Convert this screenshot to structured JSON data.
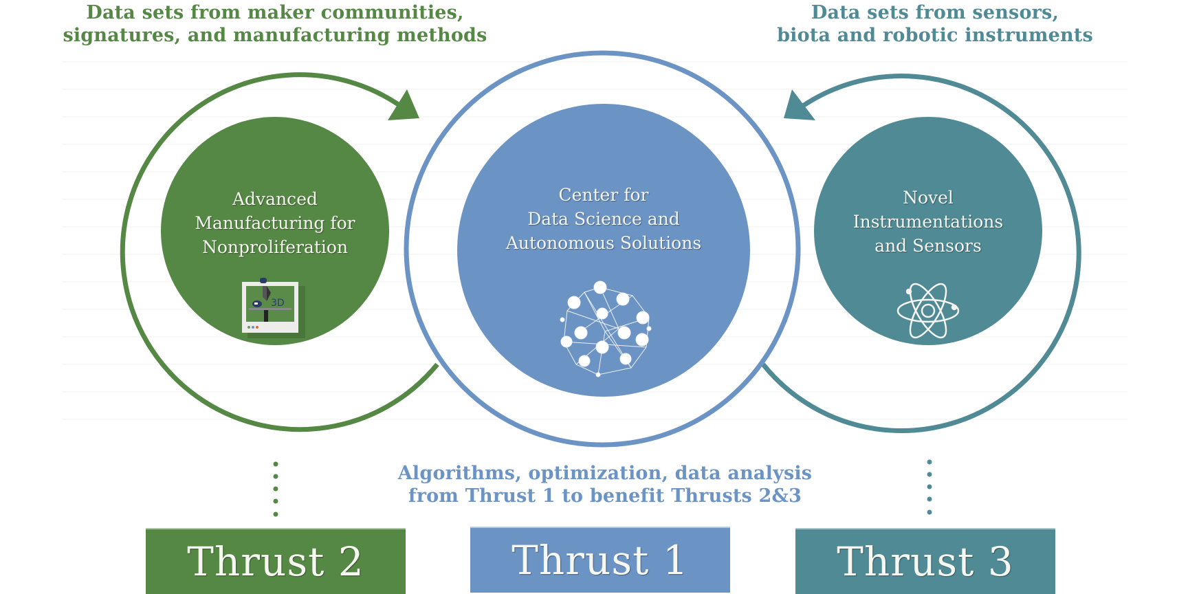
{
  "captions": {
    "left": [
      "Data sets from maker communities,",
      "signatures, and manufacturing methods"
    ],
    "right": [
      "Data sets from sensors,",
      "biota  and robotic instruments"
    ],
    "center": [
      "Algorithms, optimization, data analysis",
      "from Thrust 1 to benefit Thrusts 2&3"
    ]
  },
  "discs": {
    "left": {
      "lines": [
        "Advanced",
        "Manufacturing for",
        "Nonproliferation"
      ],
      "icon": "3d-printer-icon"
    },
    "center": {
      "lines": [
        "Center for",
        "Data Science and",
        "Autonomous Solutions"
      ],
      "icon": "network-globe-icon"
    },
    "right": {
      "lines": [
        "Novel",
        "Instrumentations",
        "and Sensors"
      ],
      "icon": "atom-icon"
    }
  },
  "printer_icon_text": "3D",
  "thrusts": {
    "t2": "Thrust 2",
    "t1": "Thrust 1",
    "t3": "Thrust 3"
  },
  "colors": {
    "green": "#558745",
    "blue": "#6b93c3",
    "teal": "#4f8a95"
  }
}
